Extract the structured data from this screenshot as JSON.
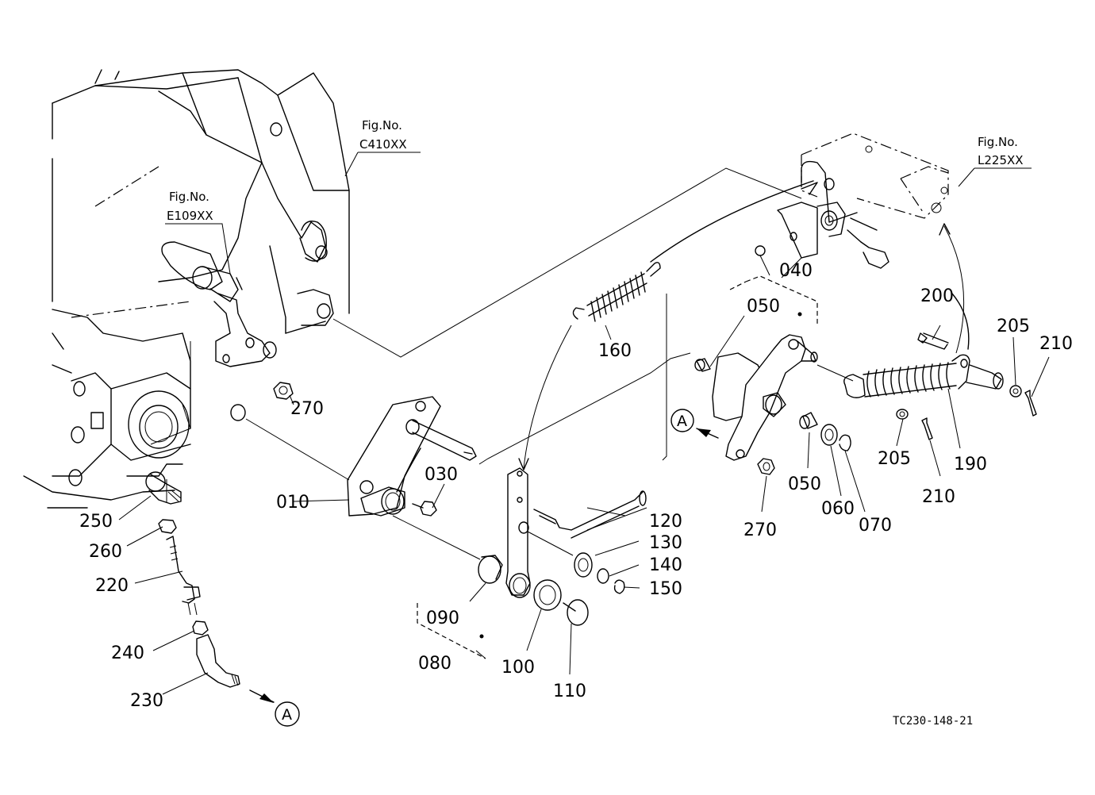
{
  "figure_references": [
    {
      "prefix": "Fig.No.",
      "number": "C410XX"
    },
    {
      "prefix": "Fig.No.",
      "number": "E109XX"
    },
    {
      "prefix": "Fig.No.",
      "number": "L225XX"
    }
  ],
  "callouts": {
    "c010": "010",
    "c030": "030",
    "c040": "040",
    "c050a": "050",
    "c050b": "050",
    "c060": "060",
    "c070": "070",
    "c080": "080",
    "c090": "090",
    "c100": "100",
    "c110": "110",
    "c120": "120",
    "c130": "130",
    "c140": "140",
    "c150": "150",
    "c160": "160",
    "c190": "190",
    "c200": "200",
    "c205a": "205",
    "c205b": "205",
    "c210a": "210",
    "c210b": "210",
    "c220": "220",
    "c230": "230",
    "c240": "240",
    "c250": "250",
    "c260": "260",
    "c270a": "270",
    "c270b": "270"
  },
  "connection_markers": {
    "a1": "A",
    "a2": "A"
  },
  "drawing_code": "TC230-148-21"
}
